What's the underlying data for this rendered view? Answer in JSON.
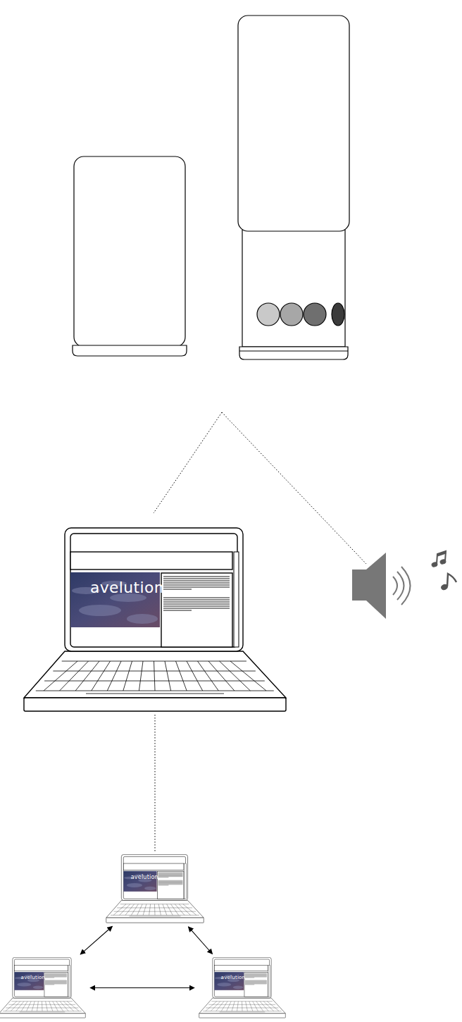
{
  "diagram": {
    "nodes": [
      {
        "text": [
          "avelution"
        ]
      },
      {
        "text": [
          "avelution"
        ]
      },
      {
        "text": [
          "avelution"
        ]
      },
      {
        "text": [
          "avelution"
        ]
      }
    ],
    "edges": [
      {
        "from": 0,
        "to": 1,
        "arrow": "none"
      },
      {
        "from": 1,
        "to": 2,
        "arrow": "both"
      },
      {
        "from": 1,
        "to": 3,
        "arrow": "both"
      },
      {
        "from": 2,
        "to": 3,
        "arrow": "both"
      }
    ]
  }
}
